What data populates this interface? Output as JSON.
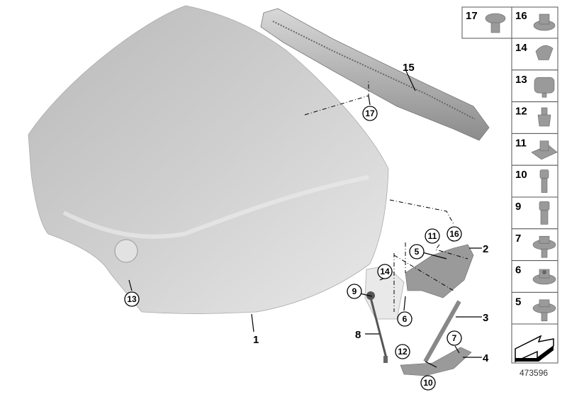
{
  "diagram_number": "473596",
  "main_labels": {
    "hood": "1",
    "hinge": "2",
    "gas_strut": "3",
    "bracket": "4",
    "support_rod": "8",
    "reinforcement": "15"
  },
  "callouts": {
    "c17": "17",
    "c13": "13",
    "c16": "16",
    "c11": "11",
    "c5": "5",
    "c14": "14",
    "c9": "9",
    "c6": "6",
    "c7": "7",
    "c12": "12",
    "c10": "10"
  },
  "parts_grid": [
    {
      "label": "17",
      "icon": "clip-rivet"
    },
    {
      "label": "16",
      "icon": "hex-flange-nut"
    },
    {
      "label": "14",
      "icon": "cable-clip"
    },
    {
      "label": "13",
      "icon": "rubber-buffer"
    },
    {
      "label": "12",
      "icon": "expanding-nut"
    },
    {
      "label": "11",
      "icon": "clip-nut"
    },
    {
      "label": "10",
      "icon": "torx-bolt"
    },
    {
      "label": "9",
      "icon": "torx-shoulder-bolt"
    },
    {
      "label": "7",
      "icon": "hex-flange-bolt"
    },
    {
      "label": "6",
      "icon": "hex-flange-nut"
    },
    {
      "label": "5",
      "icon": "hex-flange-bolt"
    }
  ],
  "colors": {
    "panel": "#c8c8c8",
    "parts": "#9a9a9a",
    "line": "#000000"
  }
}
